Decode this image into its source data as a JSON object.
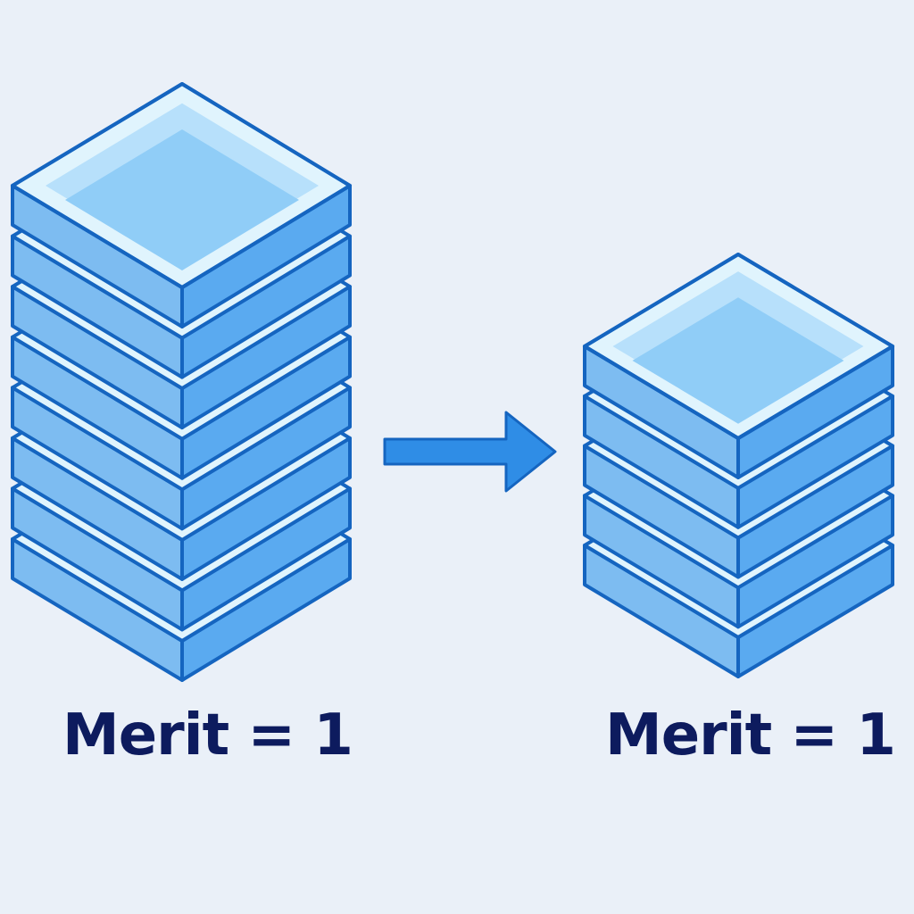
{
  "stacks": [
    {
      "name": "tall-stack",
      "layer_count": 8,
      "label": "Merit = 1"
    },
    {
      "name": "short-stack",
      "layer_count": 5,
      "label": "Merit = 1"
    }
  ],
  "colors": {
    "background": "#eaf0f8",
    "stroke": "#1565c0",
    "face_top_outer": "#e0f4fd",
    "face_top_mid": "#b7e0fb",
    "face_top_inner": "#90cdf7",
    "face_left": "#7dbcf1",
    "face_right": "#5aaaf0",
    "arrow": "#2f8de6",
    "label_text": "#0d1b5e"
  }
}
